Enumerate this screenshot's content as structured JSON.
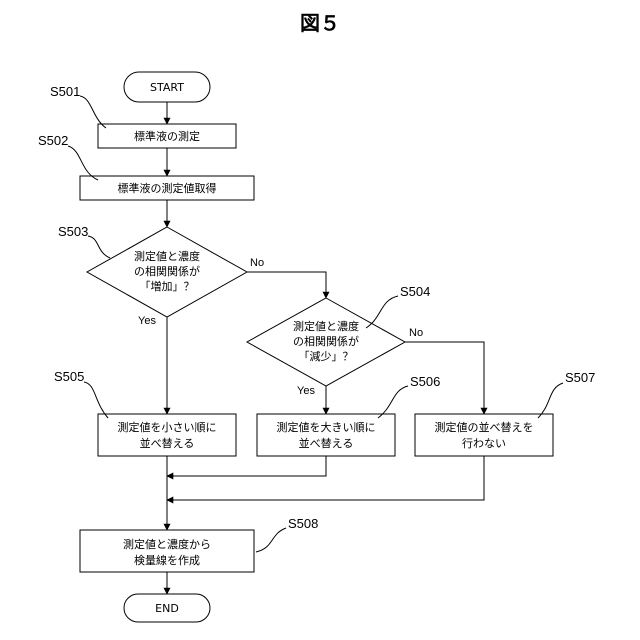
{
  "figure": {
    "title": "図５"
  },
  "nodes": {
    "start": {
      "label": "START"
    },
    "s501": {
      "step": "S501",
      "lines": [
        "標準液の測定"
      ]
    },
    "s502": {
      "step": "S502",
      "lines": [
        "標準液の測定値取得"
      ]
    },
    "s503": {
      "step": "S503",
      "lines": [
        "測定値と濃度",
        "の相関関係が",
        "「増加」？"
      ]
    },
    "s504": {
      "step": "S504",
      "lines": [
        "測定値と濃度",
        "の相関関係が",
        "「減少」？"
      ]
    },
    "s505": {
      "step": "S505",
      "lines": [
        "測定値を小さい順に",
        "並べ替える"
      ]
    },
    "s506": {
      "step": "S506",
      "lines": [
        "測定値を大きい順に",
        "並べ替える"
      ]
    },
    "s507": {
      "step": "S507",
      "lines": [
        "測定値の並べ替えを",
        "行わない"
      ]
    },
    "s508": {
      "step": "S508",
      "lines": [
        "測定値と濃度から",
        "検量線を作成"
      ]
    },
    "end": {
      "label": "END"
    }
  },
  "branches": {
    "s503_no": "No",
    "s503_yes": "Yes",
    "s504_no": "No",
    "s504_yes": "Yes"
  }
}
